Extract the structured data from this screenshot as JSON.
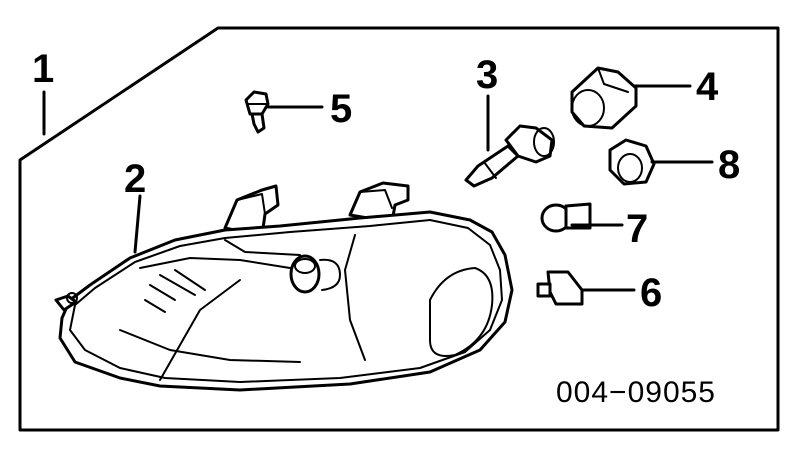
{
  "callouts": {
    "c1": "1",
    "c2": "2",
    "c3": "3",
    "c4": "4",
    "c5": "5",
    "c6": "6",
    "c7": "7",
    "c8": "8"
  },
  "diagram_code": "004−09055"
}
